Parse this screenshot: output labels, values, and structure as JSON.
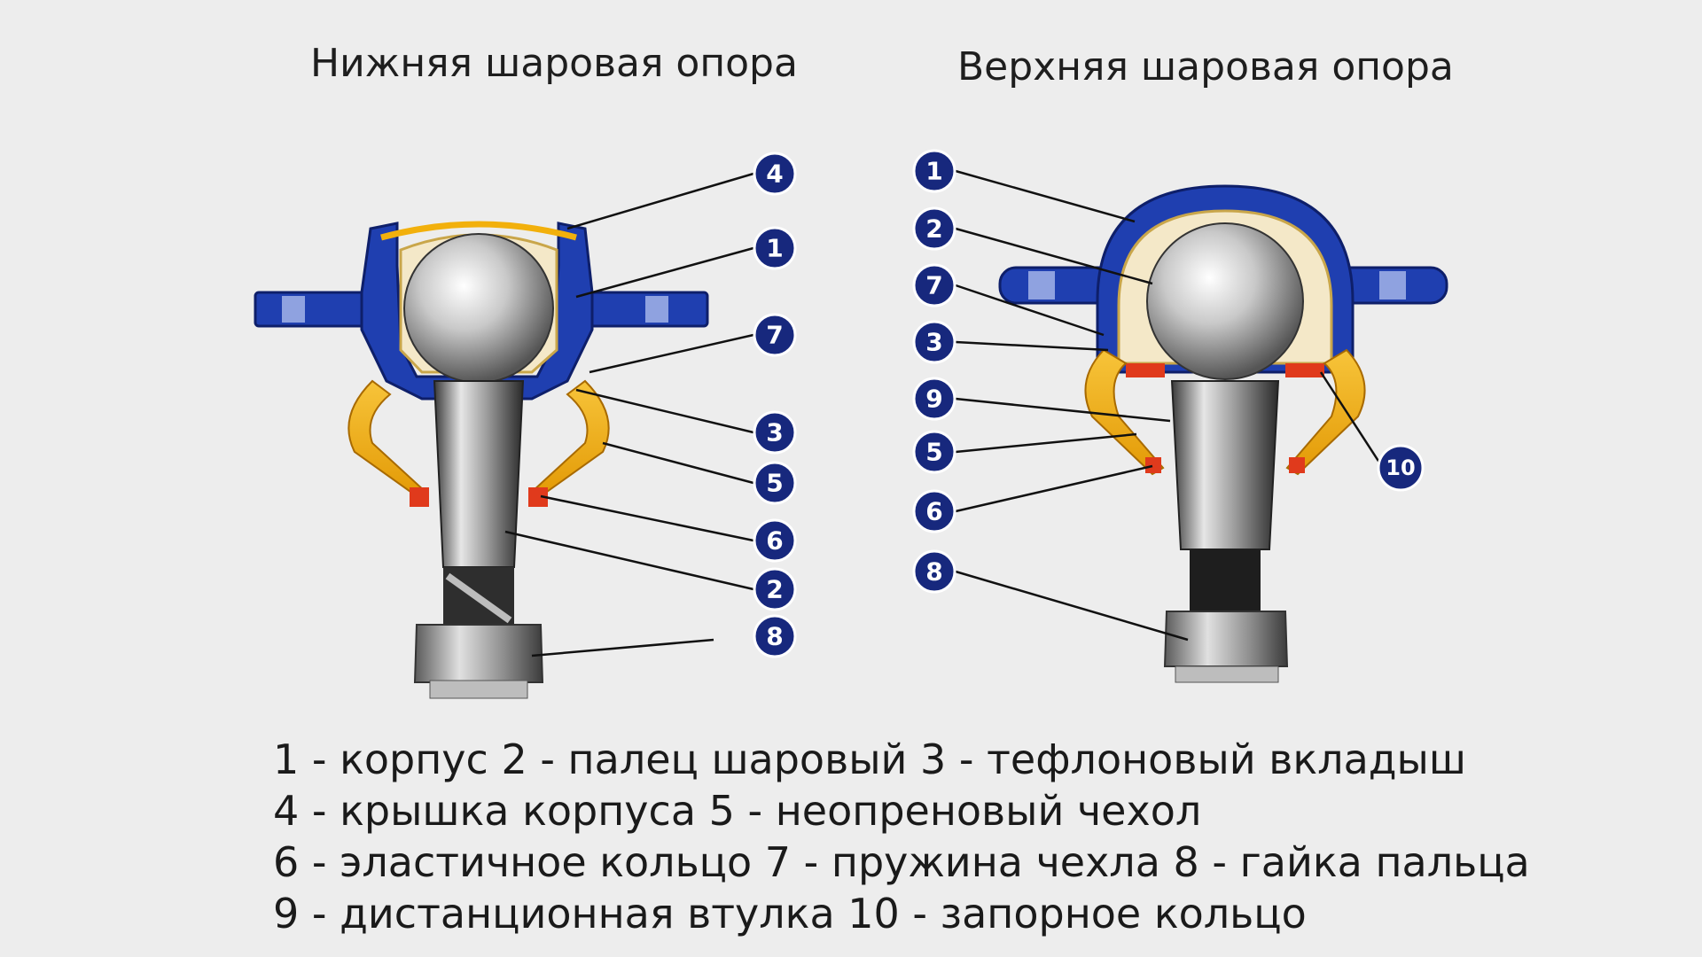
{
  "titles": {
    "left": "Нижняя шаровая опора",
    "right": "Верхняя шаровая опора"
  },
  "left_callouts": [
    "4",
    "1",
    "7",
    "3",
    "5",
    "6",
    "2",
    "8"
  ],
  "right_callouts": [
    "1",
    "2",
    "7",
    "3",
    "9",
    "5",
    "6",
    "8",
    "10"
  ],
  "legend": [
    "1 - корпус 2 - палец шаровый 3 - тефлоновый вкладыш",
    "4 - крышка корпуса 5 - неопреновый чехол",
    "6 - эластичное кольцо 7 - пружина чехла 8 - гайка пальца",
    "9 - дистанционная втулка 10 - запорное кольцо"
  ],
  "colors": {
    "housing": "#1f3fb0",
    "boot": "#f2b00c",
    "liner": "#f4e8c8",
    "ring": "#e03a1c",
    "badge": "#17287d",
    "background": "#ededed"
  }
}
